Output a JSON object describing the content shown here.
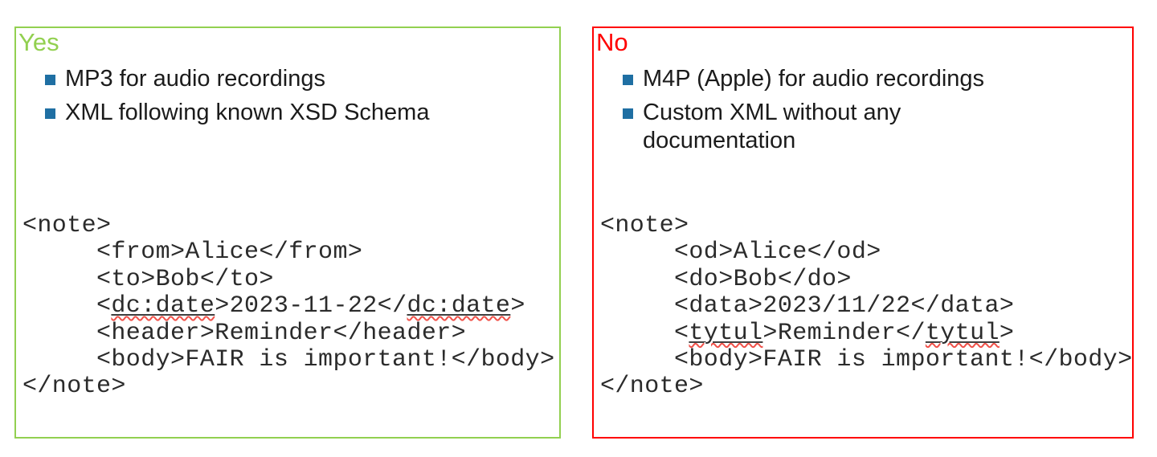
{
  "colors": {
    "background": "#ffffff",
    "yes_accent": "#92D050",
    "no_accent": "#FF0000",
    "bullet": "#1F6FA3",
    "body_text": "#1b1b1b",
    "code_text": "#2b2b2b",
    "mark_underline": "#404040",
    "squiggle": "#F0524A"
  },
  "panels": [
    {
      "id": "yes",
      "heading": "Yes",
      "accent": "#92D050",
      "bullets": [
        {
          "lines": [
            "MP3 for audio recordings"
          ]
        },
        {
          "lines": [
            "XML following known XSD Schema"
          ]
        }
      ],
      "code_lines": [
        {
          "indent": false,
          "segments": [
            {
              "text": "<note>"
            }
          ]
        },
        {
          "indent": true,
          "segments": [
            {
              "text": "<from>Alice</from>"
            }
          ]
        },
        {
          "indent": true,
          "segments": [
            {
              "text": "<to>Bob</to>"
            }
          ]
        },
        {
          "indent": true,
          "segments": [
            {
              "text": "<"
            },
            {
              "text": "dc:date",
              "marked": true
            },
            {
              "text": ">2023-11-22</"
            },
            {
              "text": "dc:date",
              "marked": true
            },
            {
              "text": ">"
            }
          ]
        },
        {
          "indent": true,
          "segments": [
            {
              "text": "<header>Reminder</header>"
            }
          ]
        },
        {
          "indent": true,
          "segments": [
            {
              "text": "<body>FAIR is important!</body>"
            }
          ]
        },
        {
          "indent": false,
          "segments": [
            {
              "text": "</note>"
            }
          ]
        }
      ]
    },
    {
      "id": "no",
      "heading": "No",
      "accent": "#FF0000",
      "bullets": [
        {
          "lines": [
            "M4P (Apple) for audio recordings"
          ]
        },
        {
          "lines": [
            "Custom XML without any",
            "documentation"
          ]
        }
      ],
      "code_lines": [
        {
          "indent": false,
          "segments": [
            {
              "text": "<note>"
            }
          ]
        },
        {
          "indent": true,
          "segments": [
            {
              "text": "<od>Alice</od>"
            }
          ]
        },
        {
          "indent": true,
          "segments": [
            {
              "text": "<do>Bob</do>"
            }
          ]
        },
        {
          "indent": true,
          "segments": [
            {
              "text": "<data>2023/11/22</data>"
            }
          ]
        },
        {
          "indent": true,
          "segments": [
            {
              "text": "<"
            },
            {
              "text": "tytul",
              "marked": true
            },
            {
              "text": ">Reminder</"
            },
            {
              "text": "tytul",
              "marked": true
            },
            {
              "text": ">"
            }
          ]
        },
        {
          "indent": true,
          "segments": [
            {
              "text": "<body>FAIR is important!</body>"
            }
          ]
        },
        {
          "indent": false,
          "segments": [
            {
              "text": "</note>"
            }
          ]
        }
      ]
    }
  ]
}
